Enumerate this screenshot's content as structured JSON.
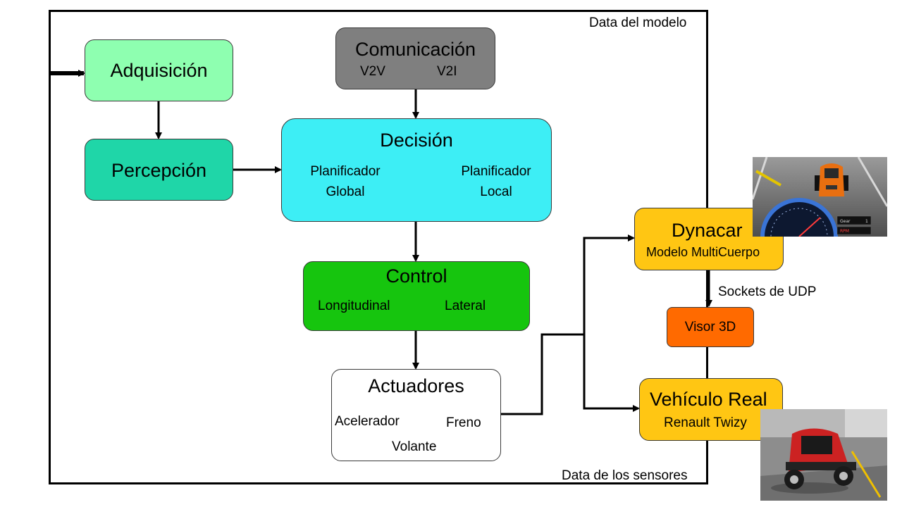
{
  "frame": {
    "top_right_label": "Data del modelo",
    "bottom_right_label": "Data de los sensores"
  },
  "blocks": {
    "adquisicion": {
      "title": "Adquisición"
    },
    "percepcion": {
      "title": "Percepción"
    },
    "comunicacion": {
      "title": "Comunicación",
      "items": [
        "V2V",
        "V2I"
      ]
    },
    "decision": {
      "title": "Decisión",
      "items": [
        {
          "line1": "Planificador",
          "line2": "Global"
        },
        {
          "line1": "Planificador",
          "line2": "Local"
        }
      ]
    },
    "control": {
      "title": "Control",
      "items": [
        "Longitudinal",
        "Lateral"
      ]
    },
    "actuadores": {
      "title": "Actuadores",
      "items": [
        "Acelerador",
        "Freno",
        "Volante"
      ]
    },
    "dynacar": {
      "title": "Dynacar",
      "subtitle": "Modelo MultiCuerpo"
    },
    "visor": {
      "title": "Visor 3D"
    },
    "vehiculo_real": {
      "title": "Vehículo Real",
      "subtitle": "Renault Twizy"
    }
  },
  "edge_labels": {
    "sockets": "Sockets de UDP"
  },
  "simulator_photo": {
    "gear_label": "Gear",
    "gear_value": "1",
    "rpm_label": "RPM"
  },
  "colors": {
    "adquisicion": "#8effb0",
    "percepcion": "#1fd6a8",
    "comunicacion": "#7f7f7f",
    "decision": "#3deef5",
    "control": "#16c50e",
    "actuadores": "#ffffff",
    "dynacar": "#ffc613",
    "visor": "#ff6a00",
    "vehiculo_real": "#ffc613"
  }
}
